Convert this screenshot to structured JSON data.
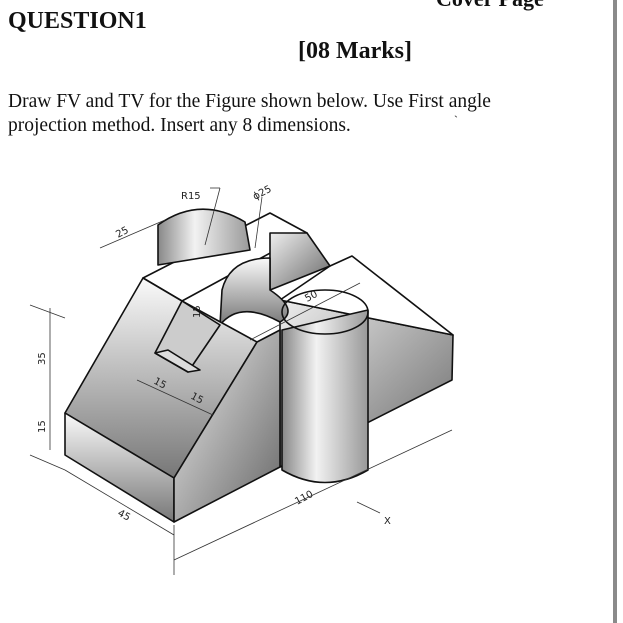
{
  "header": {
    "cover_page": "Cover Page"
  },
  "question": {
    "title": "QUESTION1",
    "marks": "[08 Marks]",
    "instruction": "Draw FV and TV for the Figure shown below. Use First angle projection method. Insert any 8 dimensions.",
    "stray_mark": "`"
  },
  "figure": {
    "dimensions": {
      "r15": "R15",
      "dia25": "ϕ25",
      "d25": "25",
      "d15_slot_depth": "15",
      "d50": "50",
      "d35": "35",
      "d15_base": "15",
      "d15_left": "15",
      "d15_right": "15",
      "d45": "45",
      "d110": "110"
    },
    "view_direction": "X"
  }
}
